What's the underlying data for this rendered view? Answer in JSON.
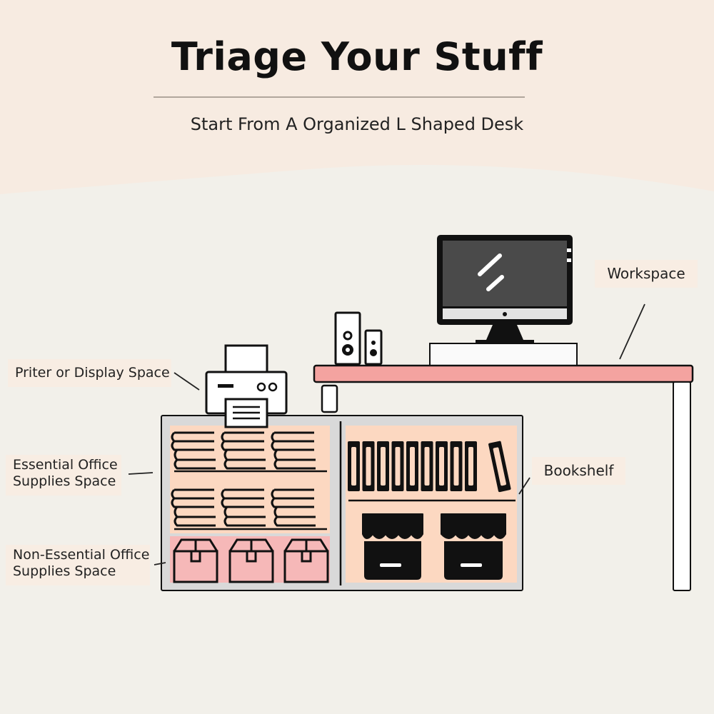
{
  "header": {
    "title": "Triage Your Stuff",
    "subtitle": "Start From A Organized L Shaped Desk"
  },
  "labels": {
    "workspace": "Workspace",
    "printer": "Priter or Display Space",
    "essential_line1": "Essential Office",
    "essential_line2": "Supplies Space",
    "non_essential_line1": "Non-Essential Office",
    "non_essential_line2": "Supplies Space",
    "bookshelf": "Bookshelf"
  },
  "colors": {
    "header_bg": "#f7ebe1",
    "page_bg": "#f2f0ea",
    "desk_top": "#f4a3a0",
    "cabinet": "#d9d9d9",
    "shelf_peach": "#fcd8c1",
    "box_pink": "#f6b8b8",
    "outline": "#111111",
    "label_bg": "#f8ede3"
  },
  "icons": [
    "monitor-icon",
    "speaker-icon",
    "printer-icon",
    "book-stack-icon",
    "cardboard-box-icon",
    "storage-bin-icon",
    "binder-icon",
    "phone-holder-icon"
  ]
}
